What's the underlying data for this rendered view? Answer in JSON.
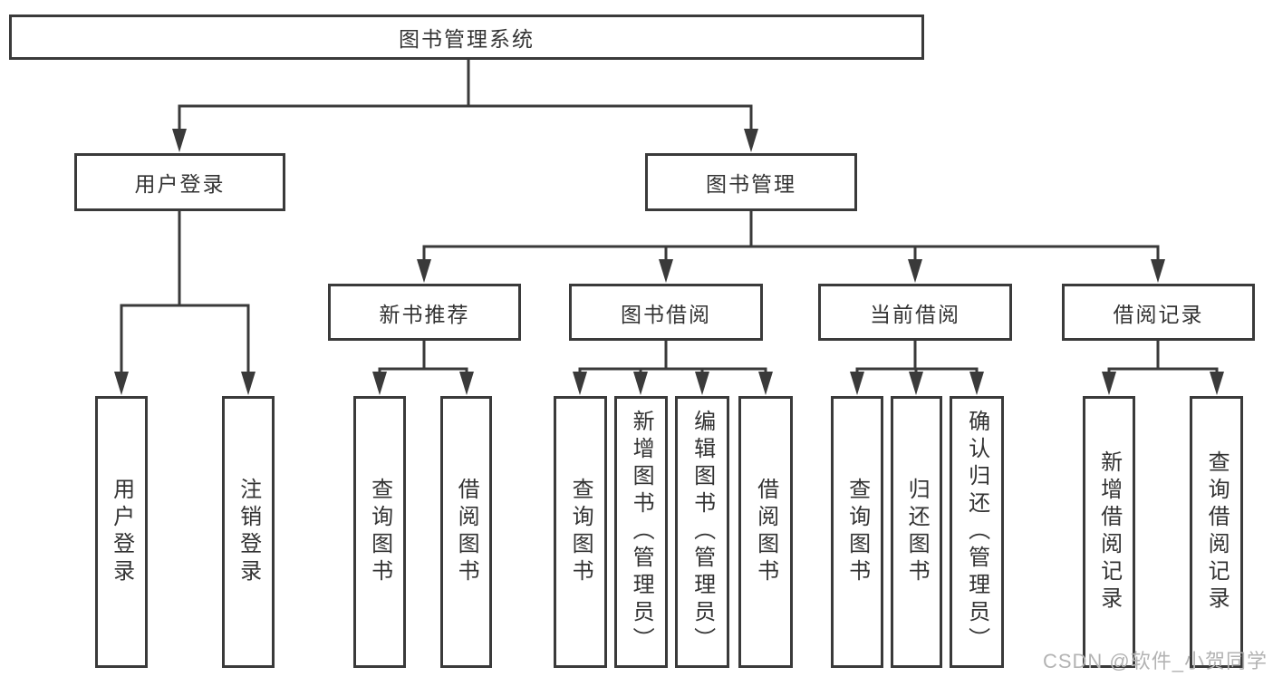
{
  "tree": {
    "root": {
      "label": "图书管理系统"
    },
    "branches": [
      {
        "label": "用户登录",
        "children": [
          {
            "label": "用户登录"
          },
          {
            "label": "注销登录"
          }
        ]
      },
      {
        "label": "图书管理",
        "sections": [
          {
            "label": "新书推荐",
            "children": [
              {
                "label": "查询图书"
              },
              {
                "label": "借阅图书"
              }
            ]
          },
          {
            "label": "图书借阅",
            "children": [
              {
                "label": "查询图书"
              },
              {
                "label": "新增图书（管理员）"
              },
              {
                "label": "编辑图书（管理员）"
              },
              {
                "label": "借阅图书"
              }
            ]
          },
          {
            "label": "当前借阅",
            "children": [
              {
                "label": "查询图书"
              },
              {
                "label": "归还图书"
              },
              {
                "label": "确认归还（管理员）"
              }
            ]
          },
          {
            "label": "借阅记录",
            "children": [
              {
                "label": "新增借阅记录"
              },
              {
                "label": "查询借阅记录"
              }
            ]
          }
        ]
      }
    ]
  },
  "watermark": {
    "text": "CSDN @软件_小贺同学"
  },
  "colors": {
    "line": "#3a3a3a",
    "text": "#333333",
    "watermark": "#b3b3b3",
    "background": "#ffffff"
  }
}
